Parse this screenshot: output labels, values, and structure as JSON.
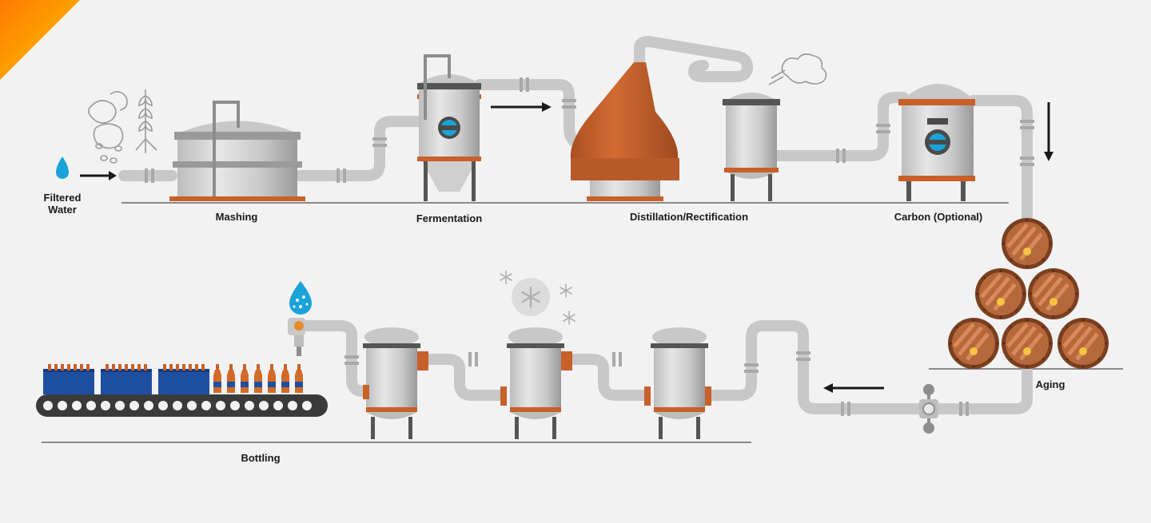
{
  "colors": {
    "background": "#f2f2f2",
    "pipe": "#c8c8c8",
    "pipe_dark": "#a9a9a9",
    "steel_light": "#d9d9d9",
    "steel": "#b5b5b5",
    "steel_dark": "#8d8d8d",
    "copper": "#c8602a",
    "copper_dark": "#9e4a20",
    "barrel": "#b5683c",
    "barrel_dark": "#7a3f1f",
    "water": "#1aa3d9",
    "crate": "#1f4fa0",
    "arrow": "#1a1a1a",
    "corner_gradient_start": "#ffb300",
    "corner_gradient_end": "#ff7a00"
  },
  "steps": {
    "water": {
      "label_line1": "Filtered",
      "label_line2": "Water"
    },
    "mashing": {
      "label": "Mashing"
    },
    "fermentation": {
      "label": "Fermentation"
    },
    "distillation": {
      "label": "Distillation/Rectification"
    },
    "carbon": {
      "label": "Carbon (Optional)"
    },
    "aging": {
      "label": "Aging"
    },
    "bottling": {
      "label": "Bottling"
    }
  },
  "icons": [
    "water-drop-icon",
    "grain-icon",
    "wheat-icon",
    "steam-cloud-icon",
    "snowflake-icon",
    "arrow-right-icon",
    "arrow-down-icon",
    "arrow-left-icon",
    "valve-icon",
    "barrel-icon",
    "bottle-icon"
  ]
}
